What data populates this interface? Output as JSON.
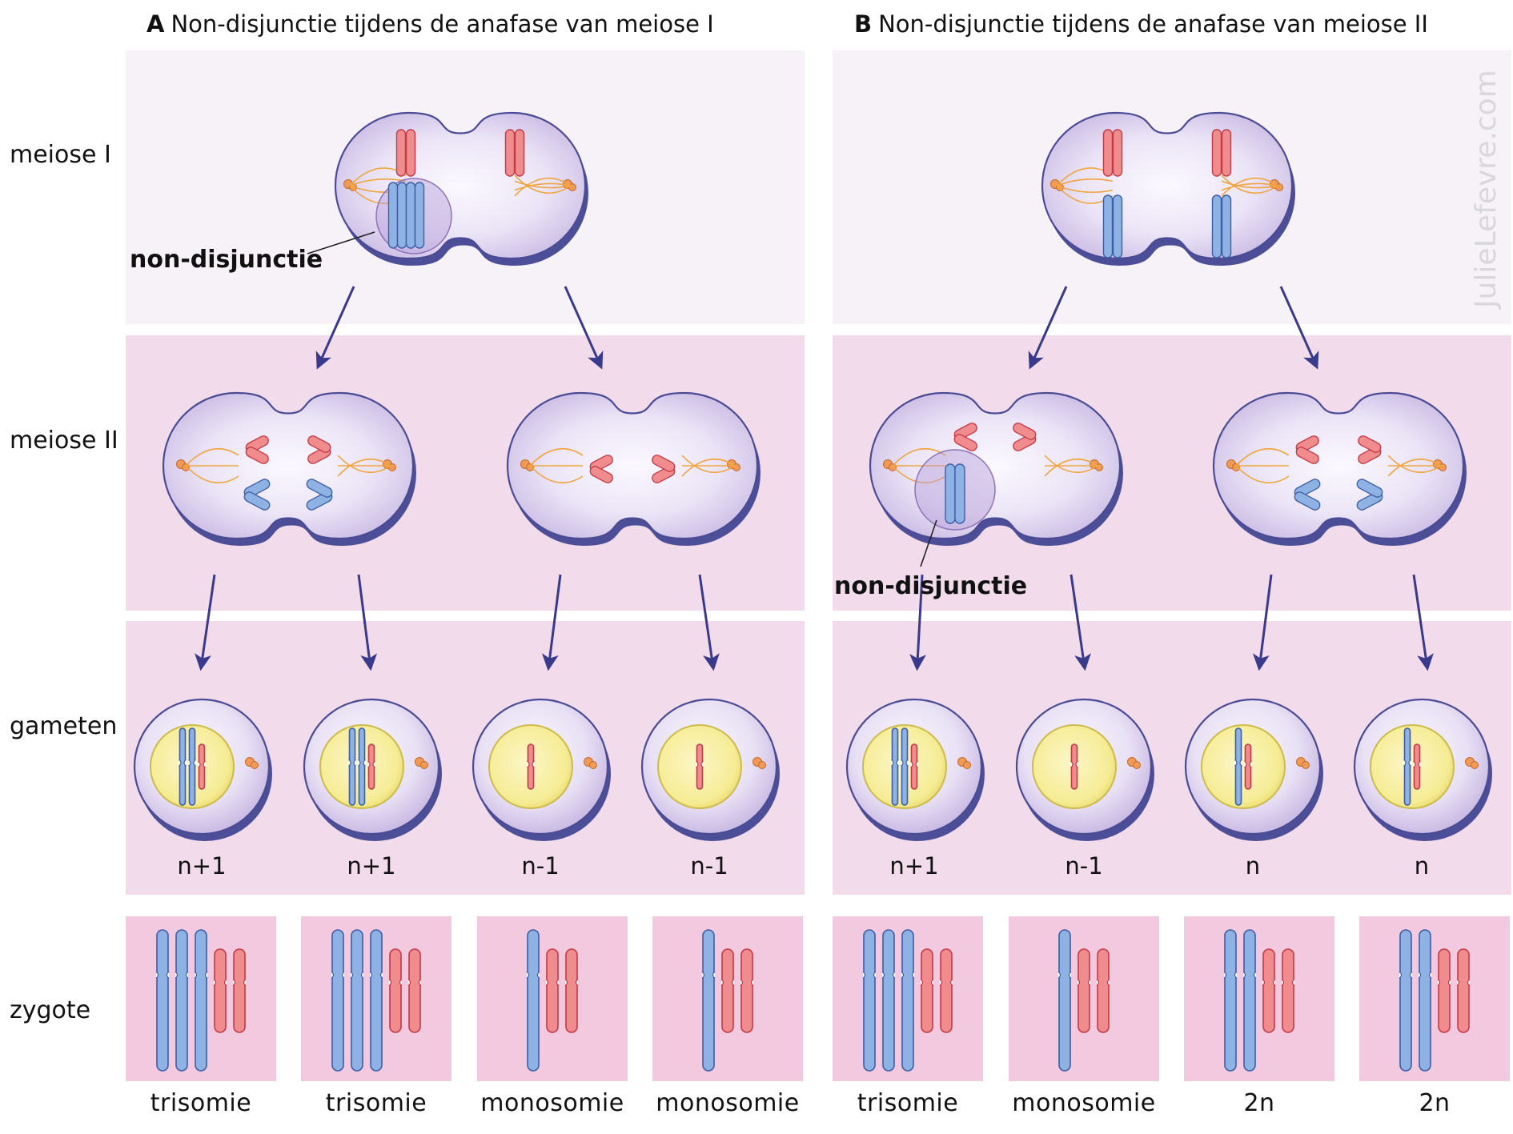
{
  "panels": [
    {
      "letter": "A",
      "title": "Non-disjunctie tijdens de anafase van meiose I"
    },
    {
      "letter": "B",
      "title": "Non-disjunctie tijdens de anafase van meiose II"
    }
  ],
  "row_labels": {
    "meiose1": "meiose I",
    "meiose2": "meiose II",
    "gameten": "gameten",
    "zygote": "zygote"
  },
  "callouts": {
    "a": "non-disjunctie",
    "b": "non-disjunctie"
  },
  "watermark": "JulieLefevre.com",
  "gametes": [
    {
      "ploidy": "n+1",
      "chromosomes": [
        "blue-long",
        "blue-long",
        "red-short"
      ]
    },
    {
      "ploidy": "n+1",
      "chromosomes": [
        "blue-long",
        "blue-long",
        "red-short"
      ]
    },
    {
      "ploidy": "n-1",
      "chromosomes": [
        "red-short"
      ]
    },
    {
      "ploidy": "n-1",
      "chromosomes": [
        "red-short"
      ]
    },
    {
      "ploidy": "n+1",
      "chromosomes": [
        "blue-long",
        "blue-long",
        "red-short"
      ]
    },
    {
      "ploidy": "n-1",
      "chromosomes": [
        "red-short"
      ]
    },
    {
      "ploidy": "n",
      "chromosomes": [
        "blue-long",
        "red-short"
      ]
    },
    {
      "ploidy": "n",
      "chromosomes": [
        "blue-long",
        "red-short"
      ]
    }
  ],
  "zygotes": [
    {
      "label": "trisomie",
      "blue": 3,
      "red": 2
    },
    {
      "label": "trisomie",
      "blue": 3,
      "red": 2
    },
    {
      "label": "monosomie",
      "blue": 1,
      "red": 2
    },
    {
      "label": "monosomie",
      "blue": 1,
      "red": 2
    },
    {
      "label": "trisomie",
      "blue": 3,
      "red": 2
    },
    {
      "label": "monosomie",
      "blue": 1,
      "red": 2
    },
    {
      "label": "2n",
      "blue": 2,
      "red": 2
    },
    {
      "label": "2n",
      "blue": 2,
      "red": 2
    }
  ],
  "colors": {
    "band_meiose1": "#f7f1f8",
    "band_pink": "#f2dceb",
    "zygote_box": "#f3c9df",
    "chrom_blue": "#8fb2e4",
    "chrom_blue_edge": "#3d5ea5",
    "chrom_red": "#f08b8e",
    "chrom_red_edge": "#c23a47",
    "cell_edge": "#4a4b94",
    "arrow": "#3a3a8c",
    "nucleus": "#f7ef9c",
    "spindle": "#f0a640",
    "centrosome": "#ef9a57"
  }
}
